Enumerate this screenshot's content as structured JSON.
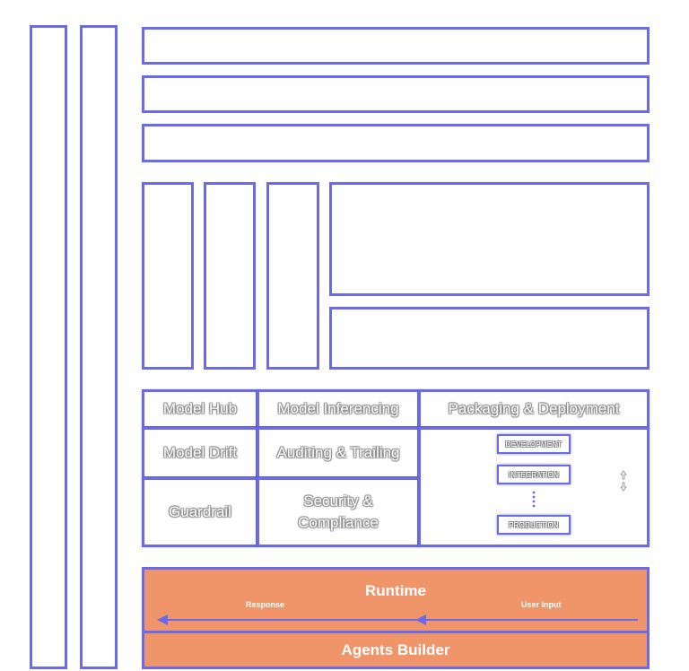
{
  "colors": {
    "border": "#6b6bea",
    "runtime_fill": "#f0956a",
    "text_on_orange": "#ffffff"
  },
  "grid": {
    "row1": [
      "Model Hub",
      "Model Inferencing",
      "Packaging & Deployment"
    ],
    "model_drift": "Model Drift",
    "auditing": "Auditing & Trailing",
    "guardrail": "Guardrail",
    "security_line1": "Security &",
    "security_line2": "Compliance"
  },
  "deployment": {
    "stages": [
      "DEVELOPMENT",
      "INTEGRATION",
      "PRODUCTION"
    ],
    "ellipsis_icon": "vertical-dots-icon",
    "side_icon": "cycle-icon"
  },
  "runtime": {
    "title": "Runtime",
    "response_label": "Response",
    "user_input_label": "User Input",
    "arrow_icon": "left-arrow-icon"
  },
  "agents_builder": {
    "title": "Agents Builder"
  }
}
